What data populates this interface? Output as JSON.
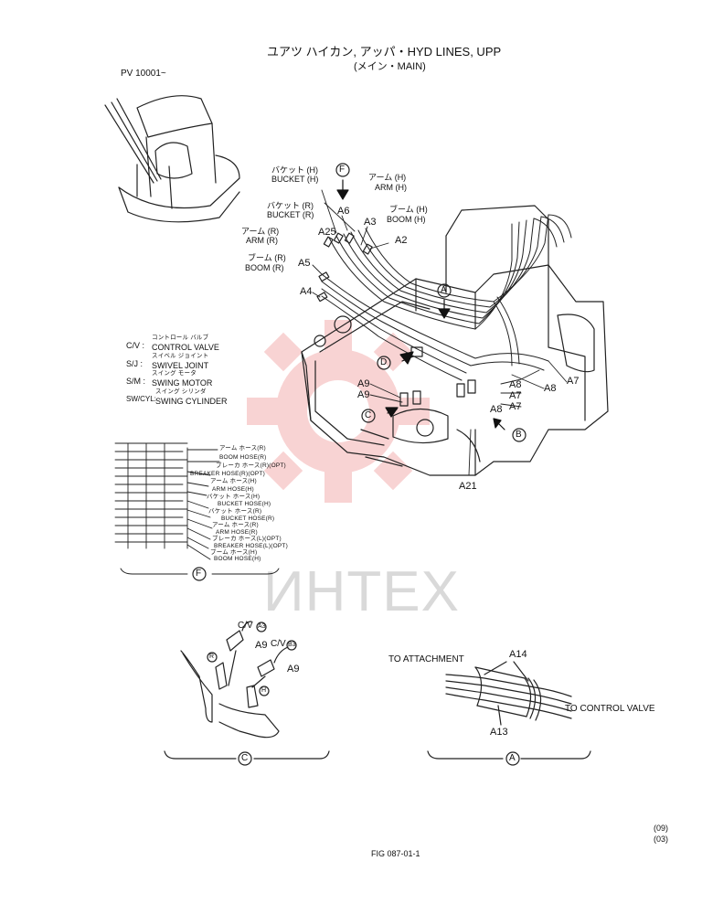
{
  "header": {
    "title": "ユアツ ハイカン, アッパ・HYD LINES, UPP",
    "subtitle": "(メイン・MAIN)",
    "serial": "PV 10001~"
  },
  "callouts_top": {
    "bucket_h_jp": "バケット (H)",
    "bucket_h_en": "BUCKET (H)",
    "bucket_r_jp": "バケット (R)",
    "bucket_r_en": "BUCKET (R)",
    "arm_r_jp": "アーム (R)",
    "arm_r_en": "ARM (R)",
    "boom_r_jp": "ブーム (R)",
    "boom_r_en": "BOOM (R)",
    "arm_h_jp": "アーム (H)",
    "arm_h_en": "ARM (H)",
    "boom_h_jp": "ブーム (H)",
    "boom_h_en": "BOOM (H)",
    "view_f": "F",
    "view_a": "A",
    "view_b": "B",
    "view_c": "C",
    "view_d": "D",
    "a6": "A6",
    "a3": "A3",
    "a25": "A25",
    "a2": "A2",
    "a5": "A5",
    "a4": "A4",
    "a8a": "A8",
    "a7a": "A7",
    "a7b": "A7",
    "a8b": "A8",
    "a8c": "A8",
    "a7c": "A7",
    "a9a": "A9",
    "a9b": "A9",
    "a21": "A21"
  },
  "abbreviations": [
    {
      "abbr": "C/V :",
      "jp": "コントロール バルブ",
      "en": "CONTROL VALVE"
    },
    {
      "abbr": "S/J :",
      "jp": "スイベル ジョイント",
      "en": "SWIVEL JOINT"
    },
    {
      "abbr": "S/M :",
      "jp": "スイング モータ",
      "en": "SWING MOTOR"
    },
    {
      "abbr": "SW/CYL:",
      "jp": "スイング シリンダ",
      "en": "SWING CYLINDER"
    }
  ],
  "view_f_labels": [
    "アーム ホース(R)",
    "BOOM HOSE(R)",
    "ブレーカ ホース(R)(OPT)",
    "BREAKER HOSE(R)(OPT)",
    "アーム ホース(H)",
    "ARM HOSE(H)",
    "バケット ホース(H)",
    "BUCKET HOSE(H)",
    "バケット ホース(R)",
    "BUCKET HOSE(R)",
    "アーム ホース(R)",
    "ARM HOSE(R)",
    "ブレーカ ホース(L)(OPT)",
    "BREAKER HOSE(L)(OPT)",
    "ブーム ホース(H)",
    "BOOM HOSE(H)"
  ],
  "view_f_caption": "F",
  "detail_c": {
    "cv_a3": "C/V",
    "cv_a3_tag": "A3",
    "cv_b3": "C/V",
    "cv_b3_tag": "B3",
    "a9_1": "A9",
    "a9_2": "A9",
    "tag_r": "R",
    "tag_h": "H",
    "caption": "C"
  },
  "detail_a": {
    "to_attachment": "TO ATTACHMENT",
    "to_control_valve": "TO CONTROL VALVE",
    "a14": "A14",
    "a13": "A13",
    "caption": "A"
  },
  "footer": {
    "rev1": "(09)",
    "rev2": "(03)",
    "fig": "FIG 087-01-1"
  },
  "watermark": {
    "text": "ИНТЕХ",
    "color": "#e33a3a"
  }
}
